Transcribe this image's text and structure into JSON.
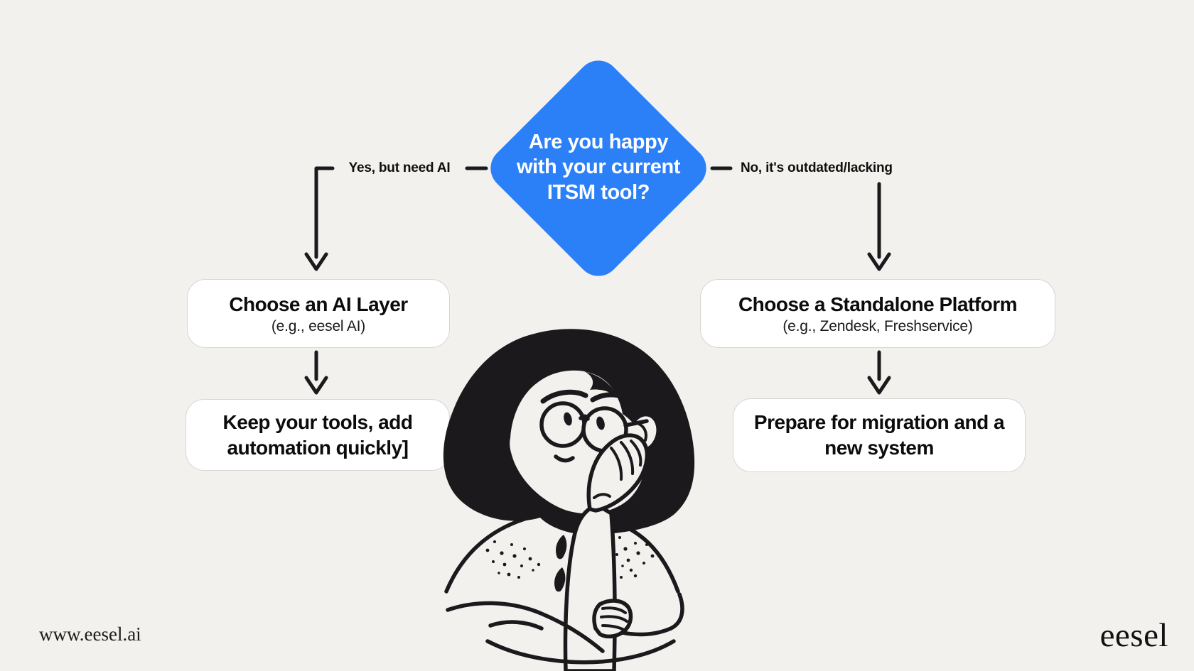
{
  "colors": {
    "background": "#f2f1ee",
    "diamond": "#2b80f8",
    "ink": "#1b191c",
    "box_border": "#d8d6d2",
    "box_bg": "#ffffff"
  },
  "diamond": {
    "question": "Are you happy with your current ITSM tool?"
  },
  "branches": {
    "left": {
      "label": "Yes, but need AI",
      "node1": {
        "title": "Choose an AI Layer",
        "subtitle": "(e.g., eesel AI)"
      },
      "node2": {
        "title": "Keep your tools, add automation quickly]"
      }
    },
    "right": {
      "label": "No, it's outdated/lacking",
      "node1": {
        "title": "Choose a Standalone Platform",
        "subtitle": "(e.g., Zendesk, Freshservice)"
      },
      "node2": {
        "title": "Prepare for migration and a new system"
      }
    }
  },
  "illustration": {
    "description": "thinking woman with bob haircut and glasses"
  },
  "footer": {
    "website": "www.eesel.ai",
    "brand": "eesel"
  }
}
